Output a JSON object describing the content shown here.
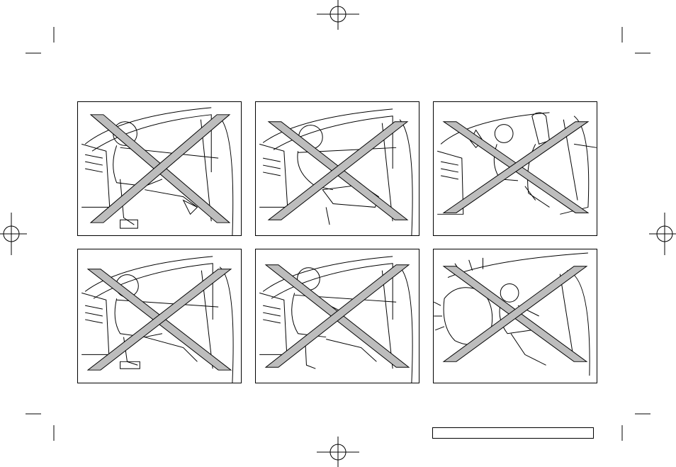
{
  "page": {
    "figure": {
      "panels": [
        {
          "id": 1,
          "mark": "prohibited-cross"
        },
        {
          "id": 2,
          "mark": "prohibited-cross"
        },
        {
          "id": 3,
          "mark": "prohibited-cross"
        },
        {
          "id": 4,
          "mark": "prohibited-cross"
        },
        {
          "id": 5,
          "mark": "prohibited-cross"
        },
        {
          "id": 6,
          "mark": "prohibited-cross"
        }
      ]
    },
    "footer": {
      "text": ""
    }
  },
  "colors": {
    "line": "#000000",
    "background": "#ffffff",
    "cross_fill": "#bdbdbd"
  }
}
